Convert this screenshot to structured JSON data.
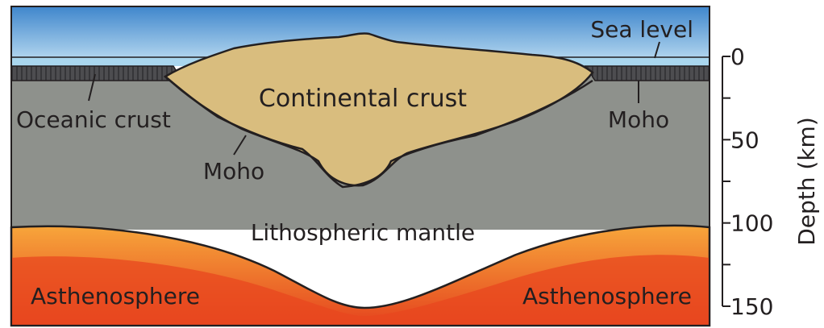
{
  "labels": {
    "sea_level": "Sea level",
    "continental_crust": "Continental crust",
    "oceanic_crust": "Oceanic crust",
    "moho_left": "Moho",
    "moho_right": "Moho",
    "lithospheric_mantle": "Lithospheric mantle",
    "asthenosphere_left": "Asthenosphere",
    "asthenosphere_right": "Asthenosphere"
  },
  "depth_axis": {
    "title": "Depth (km)",
    "range_km": [
      0,
      150
    ],
    "ticks": [
      {
        "value": 0,
        "label": "0"
      },
      {
        "value": 50,
        "label": "50"
      },
      {
        "value": 100,
        "label": "100"
      },
      {
        "value": 150,
        "label": "150"
      }
    ],
    "minor_tick_step_km": 25
  },
  "colors": {
    "sky": "#6fa9dc",
    "sea": "#a9d6ee",
    "oceanic_crust": "#4d4d50",
    "continental_crust": "#d9bd7e",
    "lithospheric_mantle": "#8e918c",
    "asthenosphere_deep": "#e8471f",
    "asthenosphere_light": "#f7a63b",
    "outline": "#231f20"
  }
}
